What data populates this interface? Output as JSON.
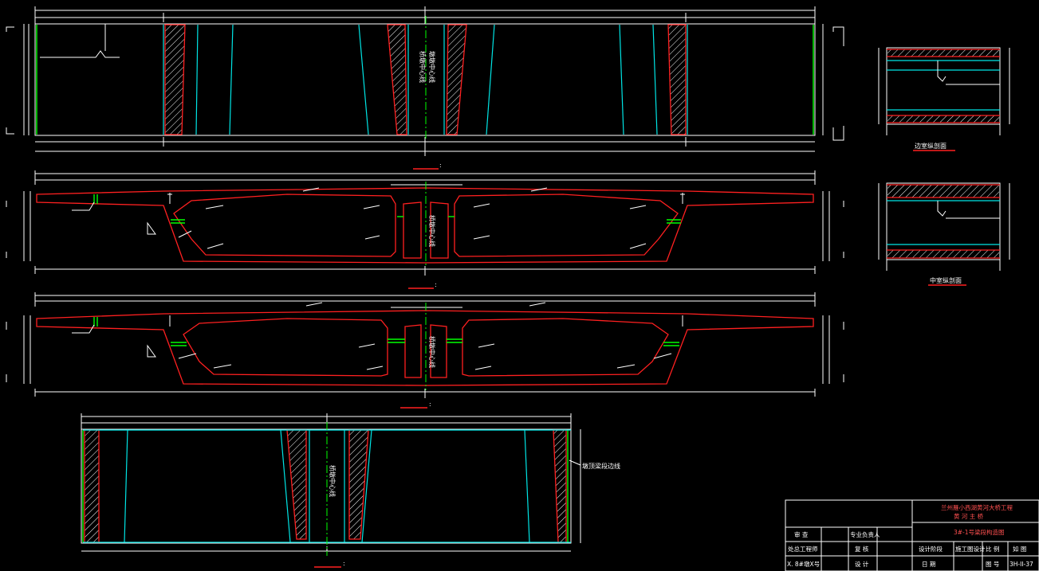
{
  "colors": {
    "background": "#000000",
    "outline": "#ffffff",
    "concrete": "#ff2020",
    "rebar": "#00e5e5",
    "centerline": "#00ff00",
    "label_red": "#ff5050"
  },
  "labels": {
    "side_section": "边室纵剖面",
    "mid_section": "中室纵剖面",
    "bridge_centerline": "桥墩中心线",
    "pier_centerline": "墩墩中心线",
    "view_edge": "墩顶梁段边线"
  },
  "title_block": {
    "project_line1": "兰州雁小西湖黄河大桥工程",
    "project_line2": "黄 河 主 桥",
    "drawing_title": "3#-1号梁段构造图",
    "row1": [
      "审 查",
      "",
      "专业负责人",
      ""
    ],
    "row2": [
      "处总工程师",
      "",
      "复 核",
      "",
      "设计阶段",
      "施工图设计",
      "比 例",
      "如 图"
    ],
    "row3": [
      "X. 8#墩X号",
      "",
      "设 计",
      "",
      "日 期",
      "",
      "图 号",
      "3H-II-37"
    ]
  }
}
